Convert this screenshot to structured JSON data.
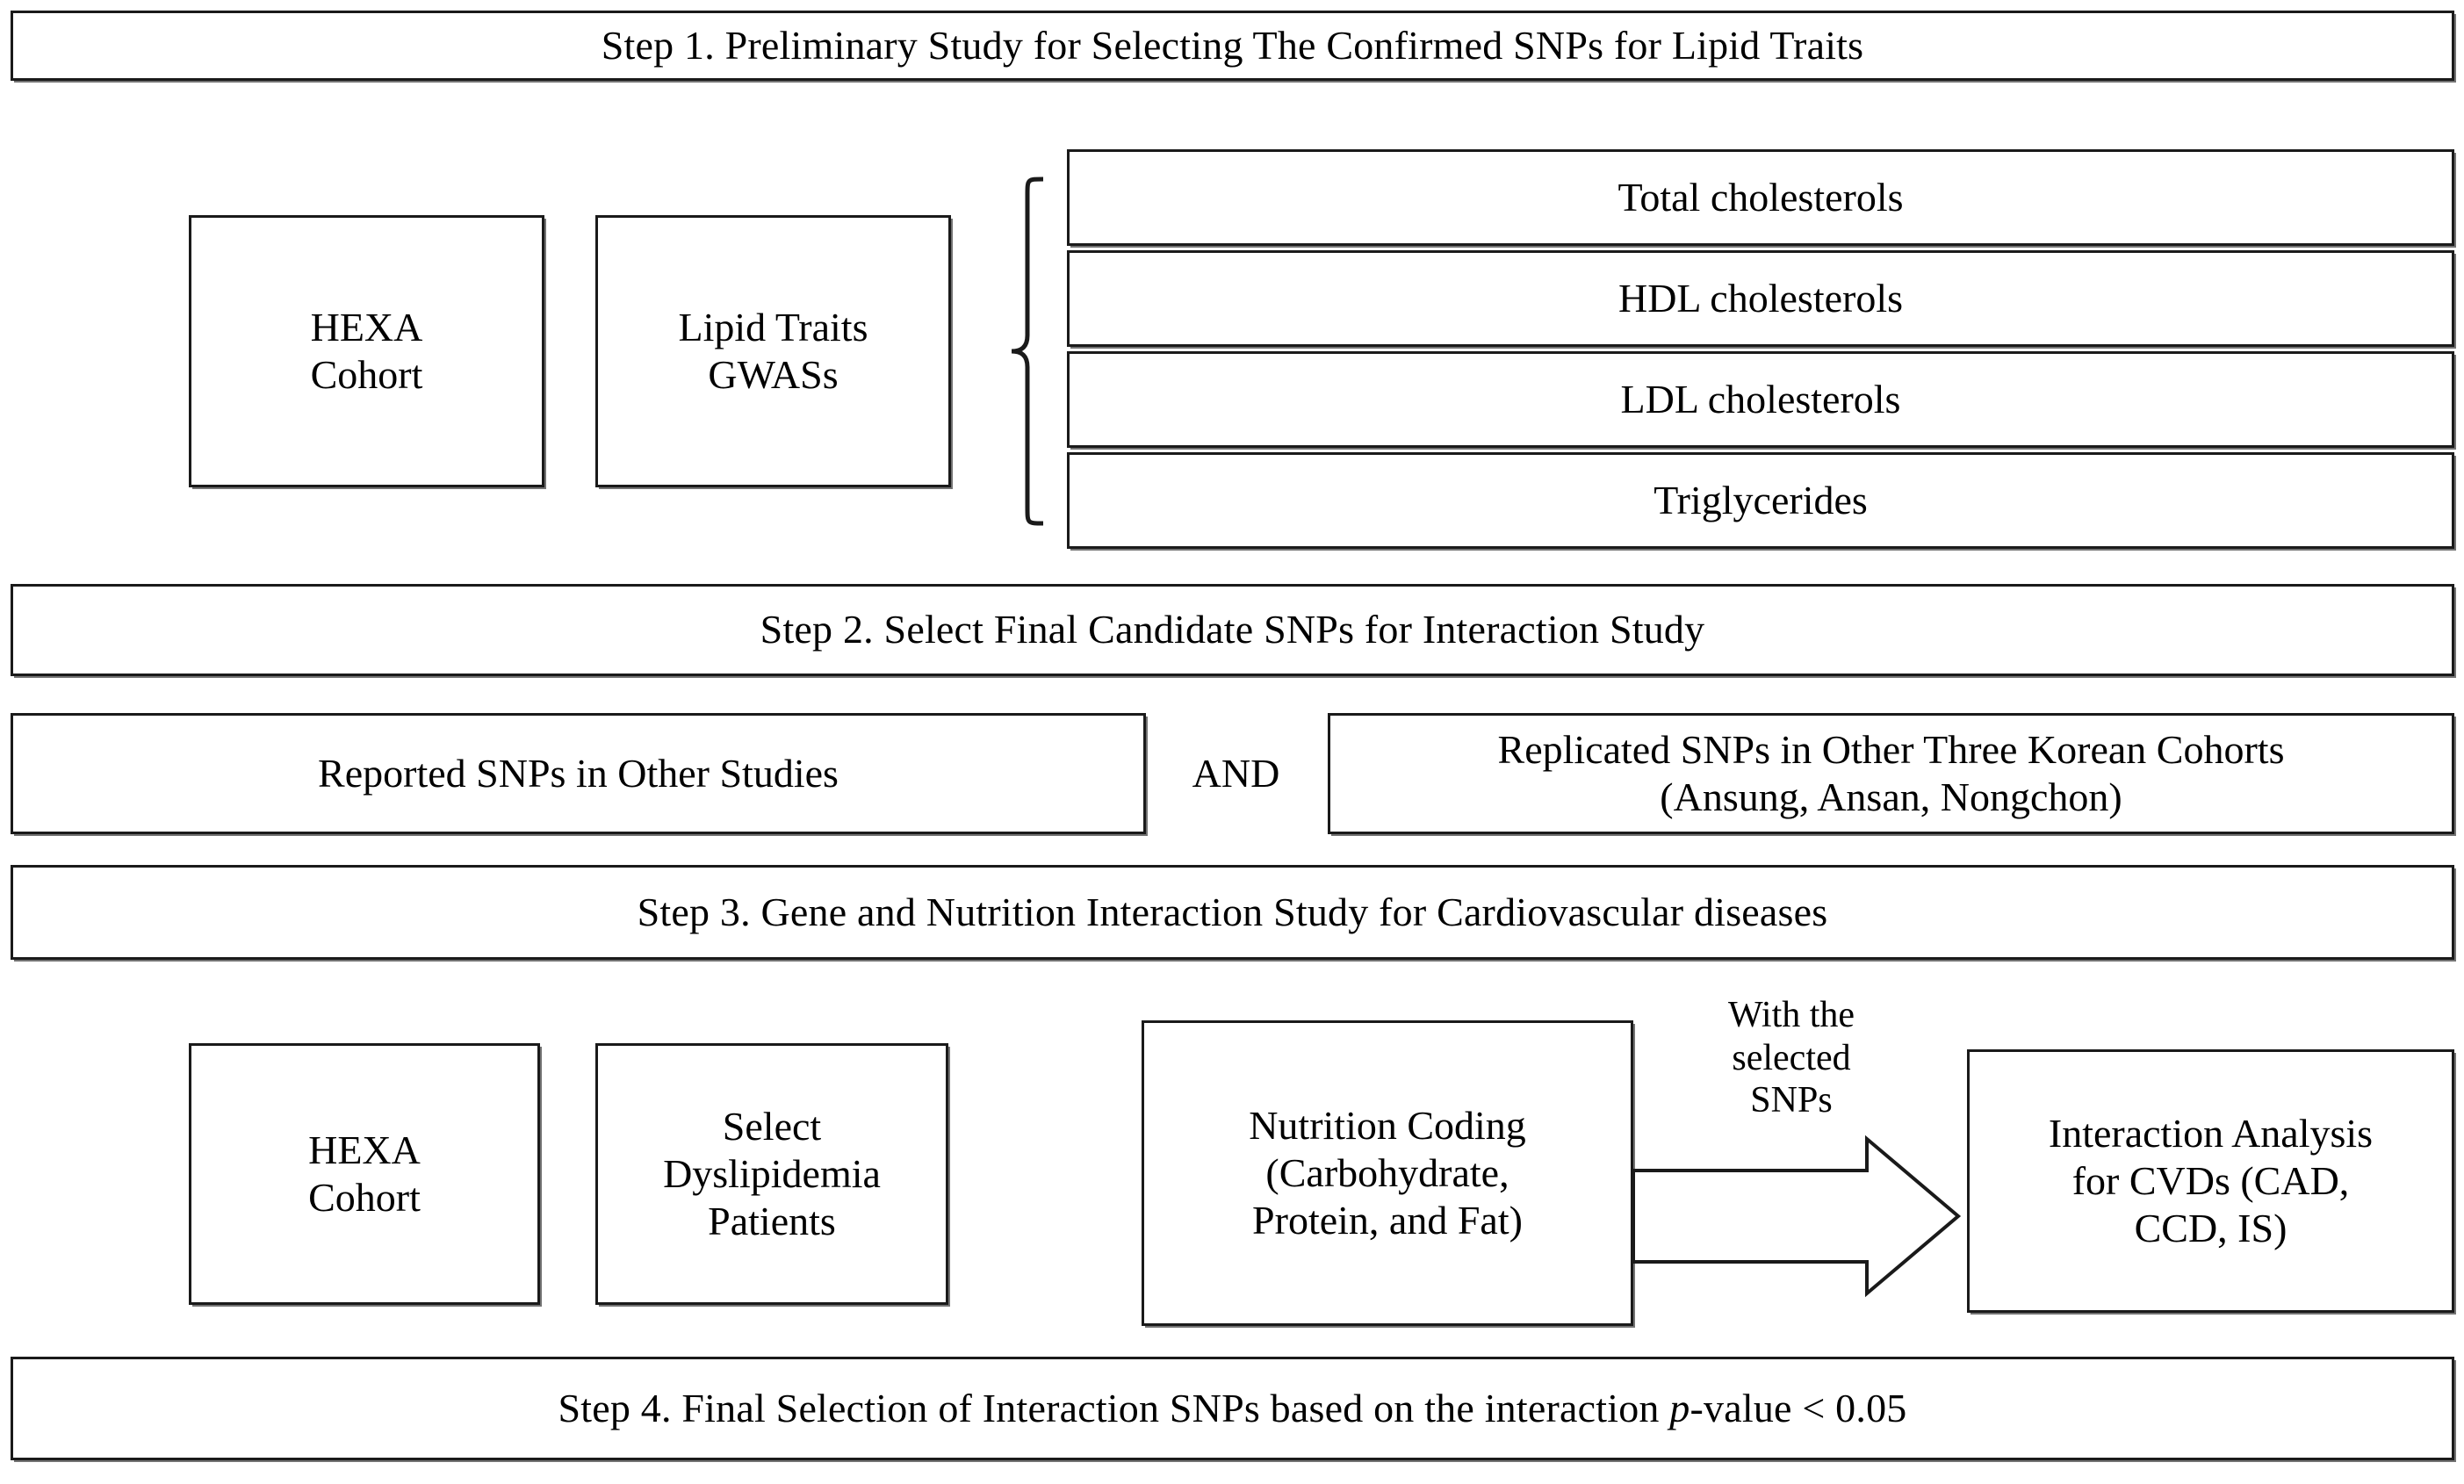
{
  "figure": {
    "type": "flowchart",
    "title": "Study design flowchart for gene and nutrition interaction study"
  },
  "steps": {
    "step1_banner": "Step 1. Preliminary Study for Selecting The Confirmed SNPs for Lipid Traits",
    "step2_banner": "Step 2. Select Final Candidate SNPs for Interaction Study",
    "step3_banner": "Step 3. Gene and Nutrition Interaction Study for Cardiovascular diseases",
    "step4_banner_pre": "Step 4. Final Selection of Interaction SNPs based on the interaction ",
    "step4_banner_italic": "p",
    "step4_banner_post": "-value < 0.05"
  },
  "step1": {
    "cohort_box": "HEXA\nCohort",
    "cohort_box_line1": "HEXA",
    "cohort_box_line2": "Cohort",
    "gwas_box_line1": "Lipid Traits",
    "gwas_box_line2": "GWASs",
    "traits": [
      "Total cholesterols",
      "HDL cholesterols",
      "LDL cholesterols",
      "Triglycerides"
    ]
  },
  "step2": {
    "left_box": "Reported SNPs in Other Studies",
    "connector": "AND",
    "right_box_line1": "Replicated SNPs in Other Three Korean Cohorts",
    "right_box_line2": "(Ansung, Ansan, Nongchon)"
  },
  "step3": {
    "cohort_box_line1": "HEXA",
    "cohort_box_line2": "Cohort",
    "patients_box_line1": "Select",
    "patients_box_line2": "Dyslipidemia",
    "patients_box_line3": "Patients",
    "nutrition_box_line1": "Nutrition Coding",
    "nutrition_box_line2": "(Carbohydrate,",
    "nutrition_box_line3": "Protein, and Fat)",
    "arrow_label_line1": "With the",
    "arrow_label_line2": "selected",
    "arrow_label_line3": "SNPs",
    "analysis_box_line1": "Interaction Analysis",
    "analysis_box_line2": "for CVDs (CAD,",
    "analysis_box_line3": "CCD, IS)"
  },
  "colors": {
    "stroke": "#1a1a1a",
    "background": "#ffffff",
    "text": "#000000"
  }
}
